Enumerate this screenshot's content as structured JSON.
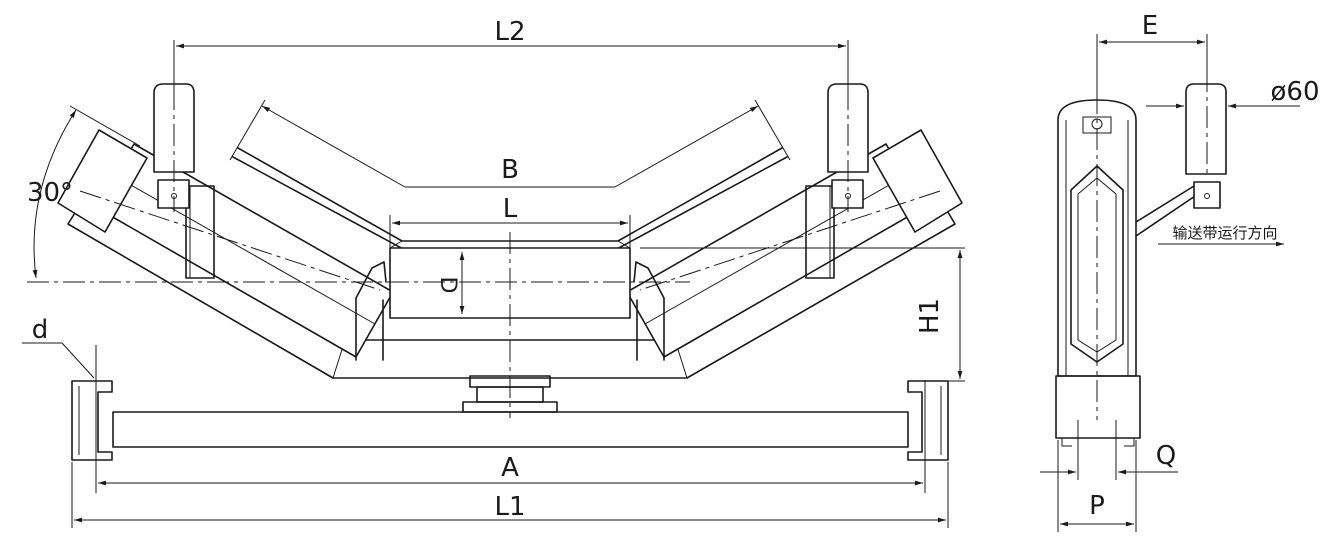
{
  "labels": {
    "l2": "L2",
    "b": "B",
    "l": "L",
    "d_roller": "D",
    "h1": "H1",
    "d_hole": "d",
    "angle": "30°",
    "a": "A",
    "l1": "L1",
    "e": "E",
    "phi60": "ø60",
    "belt_direction": "输送带运行方向",
    "q": "Q",
    "p": "P"
  },
  "colors": {
    "ink": "#1a1a1a",
    "paper": "#ffffff"
  }
}
